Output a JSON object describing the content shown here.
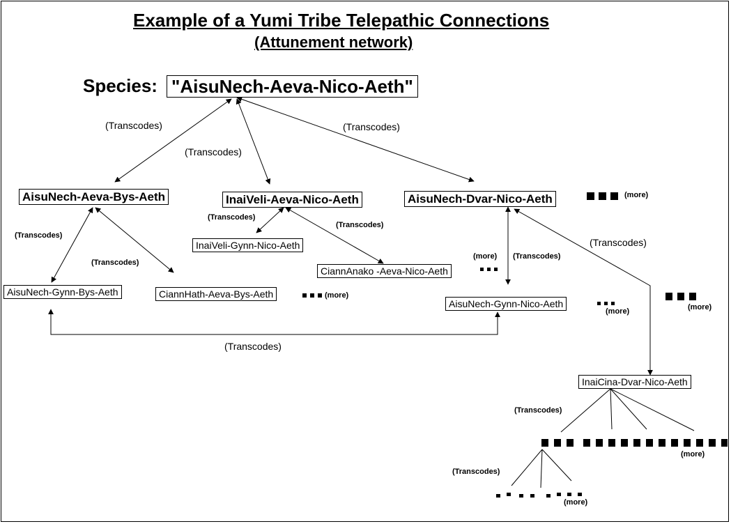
{
  "title": "Example of a Yumi Tribe Telepathic Connections",
  "subtitle": "(Attunement network)",
  "species": {
    "label": "Species:",
    "name": "\"AisuNech-Aeva-Nico-Aeth\""
  },
  "nodes": {
    "aeva_bys": "AisuNech-Aeva-Bys-Aeth",
    "inai_aeva": "InaiVeli-Aeva-Nico-Aeth",
    "dvar_nico": "AisuNech-Dvar-Nico-Aeth",
    "gynn_bys": "AisuNech-Gynn-Bys-Aeth",
    "ciannhath": "CiannHath-Aeva-Bys-Aeth",
    "inai_gynn": "InaiVeli-Gynn-Nico-Aeth",
    "ciannanako": "CiannAnako -Aeva-Nico-Aeth",
    "gynn_nico": "AisuNech-Gynn-Nico-Aeth",
    "inaicina": "InaiCina-Dvar-Nico-Aeth"
  },
  "edge_label": "(Transcodes)",
  "more_label": "(more)",
  "colors": {
    "line": "#000000",
    "background": "#ffffff"
  }
}
